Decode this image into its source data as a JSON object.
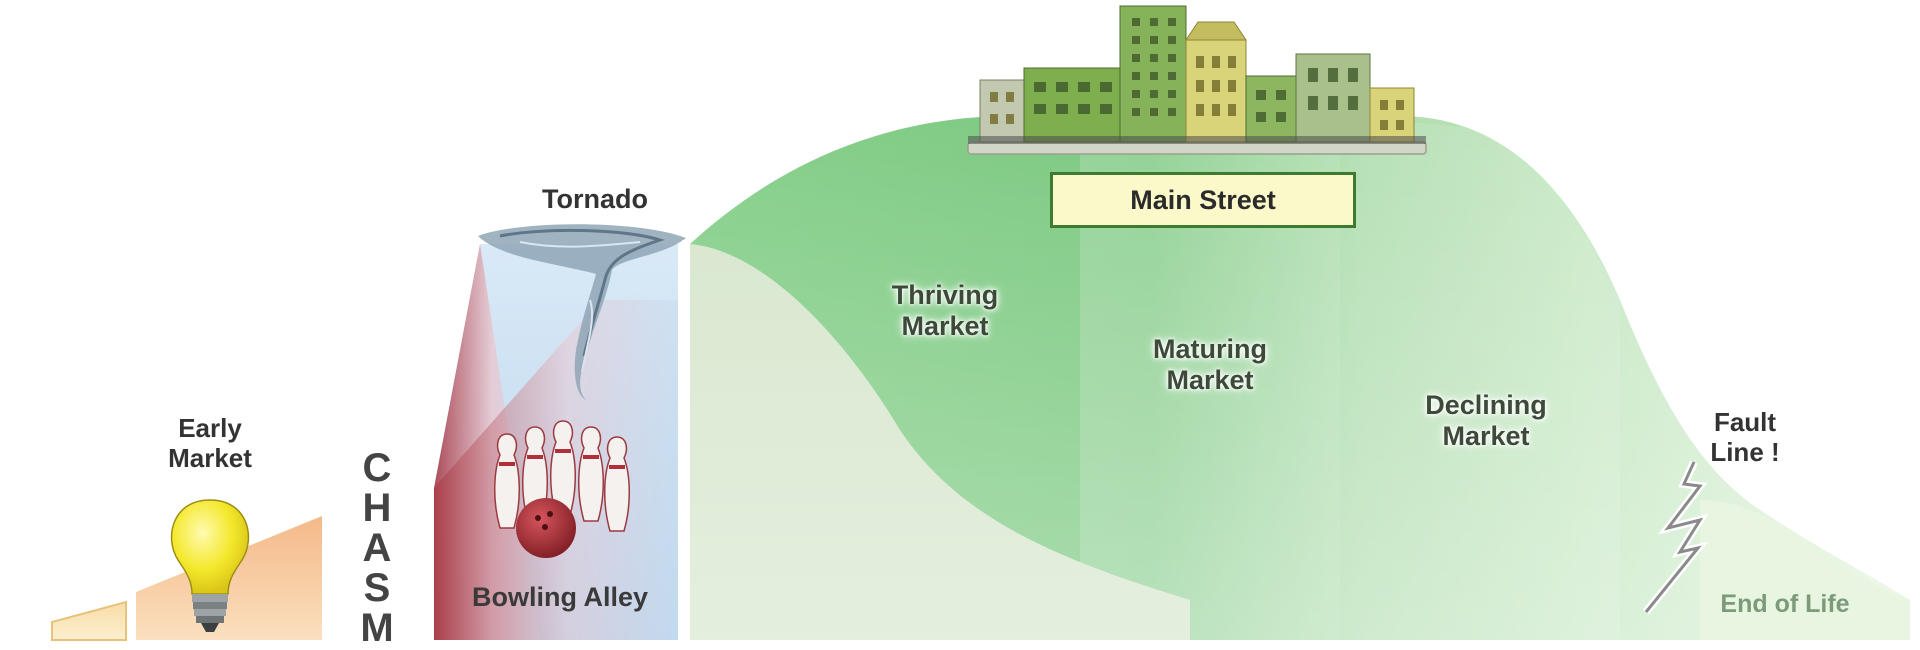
{
  "diagram": {
    "labels": {
      "early_market": "Early\nMarket",
      "chasm": [
        "C",
        "H",
        "A",
        "S",
        "M"
      ],
      "tornado": "Tornado",
      "bowling_alley": "Bowling Alley",
      "main_street": "Main Street",
      "thriving_market": "Thriving\nMarket",
      "maturing_market": "Maturing\nMarket",
      "declining_market": "Declining\nMarket",
      "fault_line": "Fault\nLine !",
      "end_of_life": "End of Life"
    },
    "colors": {
      "early_market_fill": "#f6c79a",
      "early_market_fill_light": "#fbe0bf",
      "bulb": "#f2e72a",
      "bowling_red": "#a8343f",
      "tornado_blue": "#c6dcf0",
      "green_dark": "#7ecb83",
      "green_mid": "#a9dca9",
      "green_light": "#cdeacb",
      "green_pale": "#e4f4e1",
      "inner_curve": "#d6e6cc",
      "main_street_box": "#fbf8c9",
      "main_street_border": "#3f7a32",
      "building_green": "#7fae4e",
      "building_yellow": "#d9d37a",
      "building_grey": "#b7bfa0"
    },
    "icons": [
      "light-bulb-icon",
      "tornado-icon",
      "bowling-pins-icon",
      "city-buildings-icon",
      "lightning-fault-icon"
    ]
  }
}
